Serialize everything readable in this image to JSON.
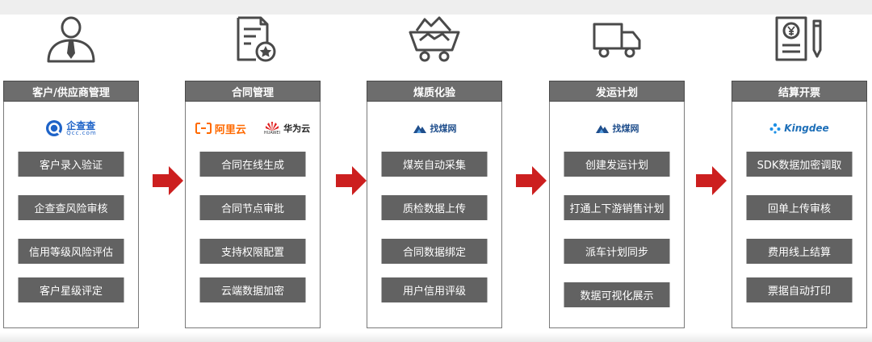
{
  "colors": {
    "header_bg": "#6d6d6d",
    "item_bg": "#626262",
    "arrow": "#cc1f1f",
    "icon_stroke": "#4a4a4a"
  },
  "stages": [
    {
      "title": "客户/供应商管理",
      "icon": "user-tie-icon",
      "logos": [
        {
          "icon": "qcc-logo-icon",
          "name": "企查查",
          "sub": "Qcc.com"
        }
      ],
      "items": [
        "客户录入验证",
        "企查查风险审核",
        "信用等级风险评估",
        "客户星级评定"
      ]
    },
    {
      "title": "合同管理",
      "icon": "contract-star-icon",
      "logos": [
        {
          "icon": "aliyun-logo-icon",
          "name": "阿里云"
        },
        {
          "icon": "huawei-logo-icon",
          "name": "华为云",
          "sub": "HUAWEI"
        }
      ],
      "items": [
        "合同在线生成",
        "合同节点审批",
        "支持权限配置",
        "云端数据加密"
      ]
    },
    {
      "title": "煤质化验",
      "icon": "coal-cart-icon",
      "logos": [
        {
          "icon": "zhaomei-logo-icon",
          "name": "找煤网"
        }
      ],
      "items": [
        "煤炭自动采集",
        "质检数据上传",
        "合同数据绑定",
        "用户信用评级"
      ]
    },
    {
      "title": "发运计划",
      "icon": "truck-icon",
      "logos": [
        {
          "icon": "zhaomei-logo-icon",
          "name": "找煤网"
        }
      ],
      "items": [
        "创建发运计划",
        "打通上下游销售计划",
        "派车计划同步",
        "数据可视化展示"
      ]
    },
    {
      "title": "结算开票",
      "icon": "invoice-pen-icon",
      "logos": [
        {
          "icon": "kingdee-logo-icon",
          "name": "Kingdee"
        }
      ],
      "items": [
        "SDK数据加密调取",
        "回单上传审核",
        "费用线上结算",
        "票据自动打印"
      ]
    }
  ]
}
